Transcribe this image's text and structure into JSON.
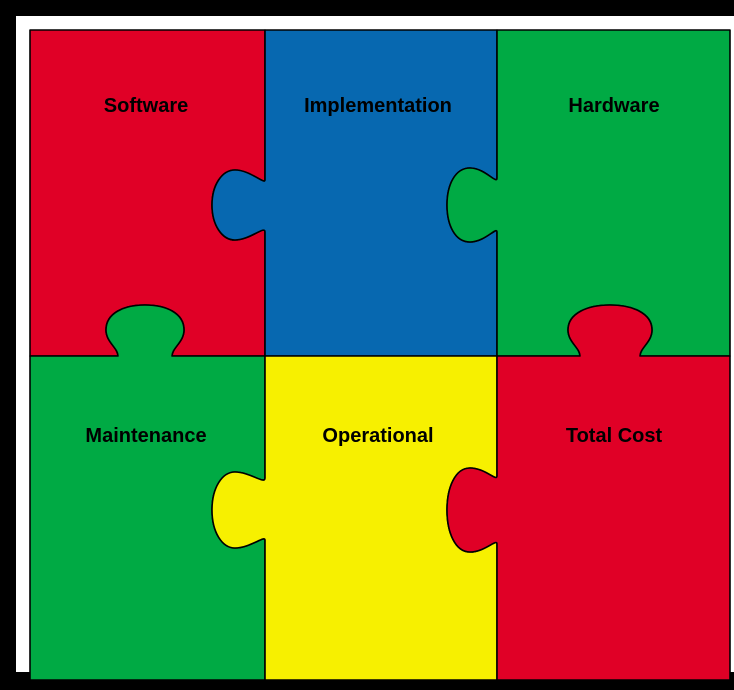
{
  "pieces": [
    {
      "id": "software",
      "label": "Software",
      "color": "#e00026"
    },
    {
      "id": "implementation",
      "label": "Implementation",
      "color": "#0768b0"
    },
    {
      "id": "hardware",
      "label": "Hardware",
      "color": "#00aa44"
    },
    {
      "id": "maintenance",
      "label": "Maintenance",
      "color": "#00aa44"
    },
    {
      "id": "operational",
      "label": "Operational",
      "color": "#f7f000"
    },
    {
      "id": "total_cost",
      "label": "Total Cost",
      "color": "#e00026"
    }
  ],
  "colors": {
    "outer_frame": "#000000",
    "piece_outline": "#000000",
    "background": "#ffffff"
  }
}
